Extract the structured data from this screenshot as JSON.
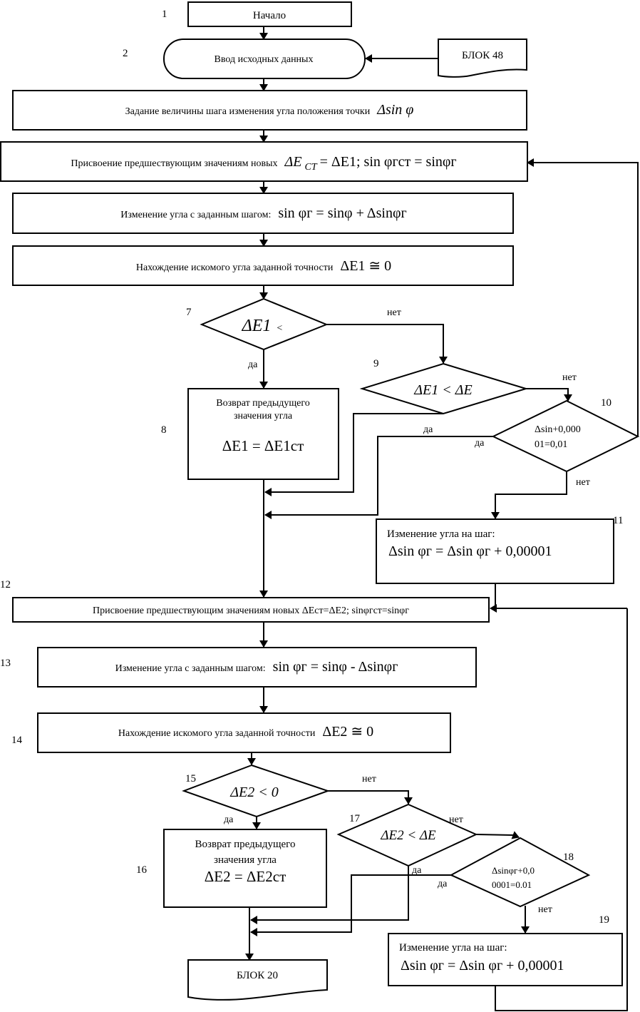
{
  "diagram": {
    "type": "flowchart",
    "language": "ru",
    "blocks": {
      "b1": {
        "number": "1",
        "text": "Начало"
      },
      "b2": {
        "number": "2",
        "text": "Ввод исходных данных"
      },
      "b48": {
        "text": "БЛОК 48"
      },
      "b3": {
        "text": "Задание величины шага изменения угла положения точки",
        "formula": "Δsin φ"
      },
      "b4": {
        "text": "Присвоение предшествующим значениям новых",
        "formula": "ΔE",
        "formula_sub": "CT",
        "formula_rest": " = ΔE1; sin φгст = sinφг"
      },
      "b5": {
        "text": "Изменение угла с заданным шагом:",
        "formula": "sin φг = sinφ + Δsinφг"
      },
      "b6": {
        "text": "Нахождение искомого угла заданной точности",
        "formula": "ΔE1 ≅ 0"
      },
      "b7": {
        "number": "7",
        "formula": "ΔE1",
        "suffix": "<"
      },
      "b8": {
        "number": "8",
        "line1": "Возврат предыдущего",
        "line2": "значения угла",
        "formula": "ΔE1 = ΔE1ст"
      },
      "b9": {
        "number": "9",
        "formula": "ΔE1 < ΔE"
      },
      "b10": {
        "number": "10",
        "line1": "Δsin+0,000",
        "line2": "01=0,01"
      },
      "b11": {
        "number": "11",
        "line1": "Изменение угла на шаг:",
        "formula": "Δsin φг = Δsin φг + 0,00001"
      },
      "b12": {
        "number": "12",
        "text": "Присвоение предшествующим значениям новых  ΔEст=ΔE2; sinφгст=sinφг"
      },
      "b13": {
        "number": "13",
        "text": "Изменение угла с заданным шагом:",
        "formula": "sin φг = sinφ - Δsinφг"
      },
      "b14": {
        "number": "14",
        "text": "Нахождение искомого угла заданной точности",
        "formula": "ΔE2 ≅ 0"
      },
      "b15": {
        "number": "15",
        "formula": "ΔE2 < 0"
      },
      "b16": {
        "number": "16",
        "line1": "Возврат предыдущего",
        "line2": "значения угла",
        "formula": "ΔE2 = ΔE2ст"
      },
      "b17": {
        "number": "17",
        "formula": "ΔE2 < ΔE"
      },
      "b18": {
        "number": "18",
        "line1": "Δsinφг+0,0",
        "line2": "0001=0.01"
      },
      "b19": {
        "number": "19",
        "line1": "Изменение угла на шаг:",
        "formula": "Δsin φг = Δsin φг + 0,00001"
      },
      "b20": {
        "text": "БЛОК 20"
      }
    },
    "labels": {
      "yes": "да",
      "no": "нет"
    }
  }
}
